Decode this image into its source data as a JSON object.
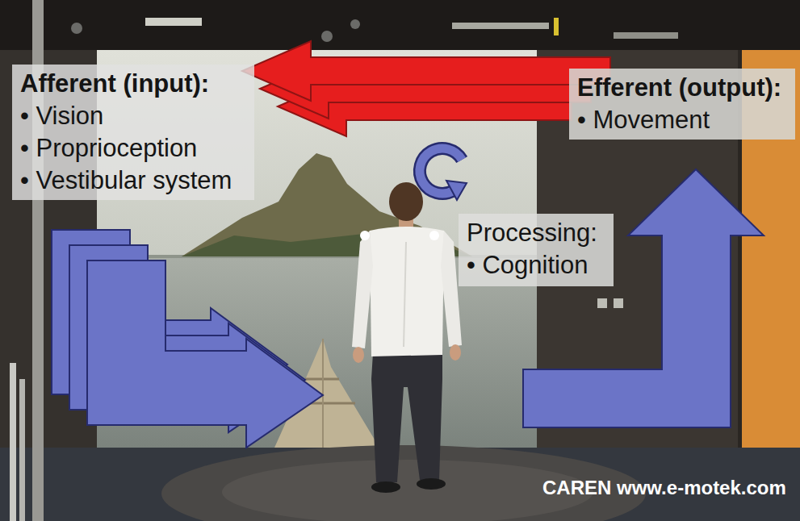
{
  "diagram": {
    "nodes": [
      {
        "text": [
          "Afferent (input):",
          "• Vision",
          "• Proprioception",
          "• Vestibular system"
        ]
      },
      {
        "text": [
          "Efferent (output):",
          "• Movement"
        ]
      },
      {
        "text": [
          "Processing:",
          "• Cognition"
        ]
      }
    ],
    "edges": [
      {
        "from": 1,
        "to": 0,
        "arrow": "to"
      }
    ],
    "labels": [
      "CAREN www.e-motek.com"
    ]
  }
}
